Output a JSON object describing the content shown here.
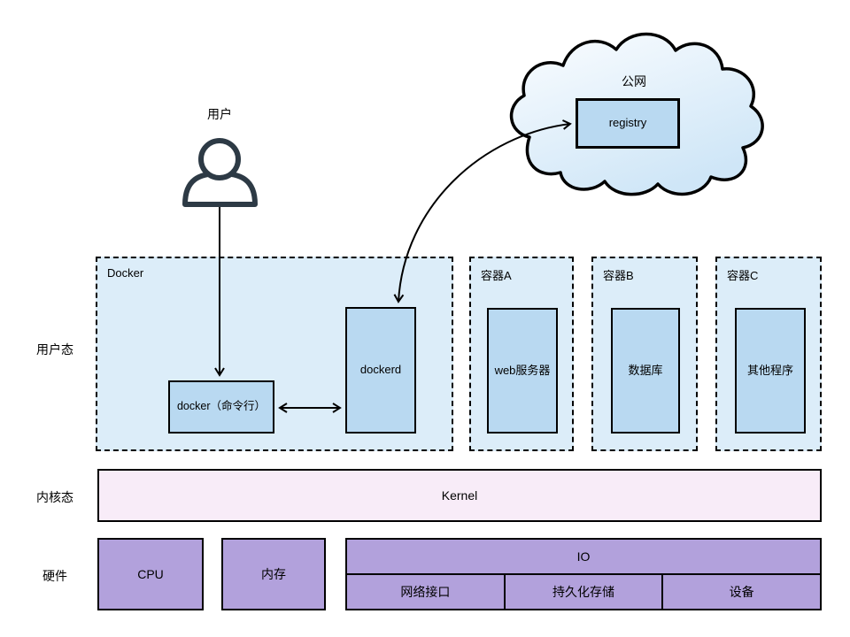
{
  "labels": {
    "user": "用户",
    "cloud": "公网",
    "registry": "registry",
    "docker_group": "Docker",
    "docker_cli": "docker（命令行）",
    "dockerd": "dockerd",
    "user_mode": "用户态",
    "kernel_mode": "内核态",
    "hardware_mode": "硬件",
    "kernel": "Kernel",
    "cpu": "CPU",
    "memory": "内存",
    "io": "IO"
  },
  "containers": [
    {
      "label": "容器A",
      "app": "web服务器"
    },
    {
      "label": "容器B",
      "app": "数据库"
    },
    {
      "label": "容器C",
      "app": "其他程序"
    }
  ],
  "io_items": [
    "网络接口",
    "持久化存储",
    "设备"
  ],
  "colors": {
    "group_fill": "#dcedf9",
    "node_fill": "#b9d9f1",
    "kernel_fill": "#f8ecf8",
    "hardware_fill": "#b2a1dc",
    "cloud_top": "#fbfdff",
    "cloud_bottom": "#cfe6f7",
    "outline": "#000000",
    "person": "#2d3a45"
  }
}
